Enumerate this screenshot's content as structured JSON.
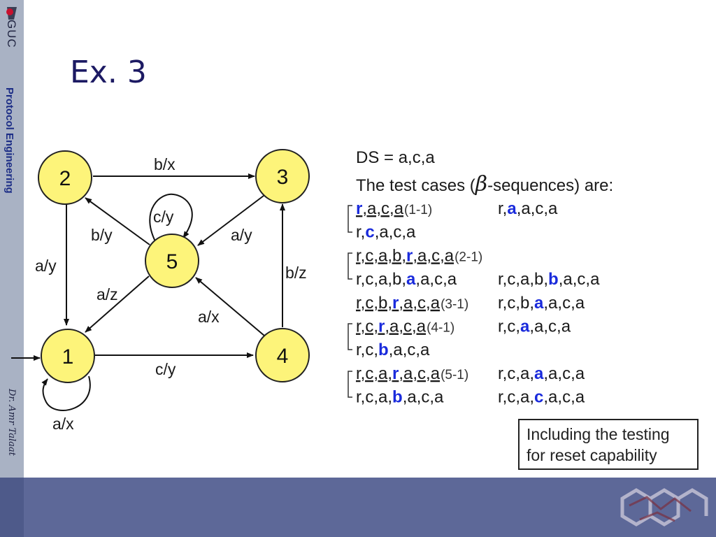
{
  "sidebar": {
    "logo_text": "GUC",
    "course": "Protocol Engineering",
    "author": "Dr. Amr Talaat"
  },
  "slide": {
    "title": "Ex. 3"
  },
  "fsm": {
    "states": [
      "1",
      "2",
      "3",
      "4",
      "5"
    ],
    "transitions": [
      {
        "from": "2",
        "to": "3",
        "label": "b/x"
      },
      {
        "from": "2",
        "to": "1",
        "label": "a/y"
      },
      {
        "from": "5",
        "to": "2",
        "label": "b/y"
      },
      {
        "from": "5",
        "to": "5",
        "label": "c/y"
      },
      {
        "from": "3",
        "to": "5",
        "label": "a/y"
      },
      {
        "from": "5",
        "to": "1",
        "label": "a/z"
      },
      {
        "from": "4",
        "to": "5",
        "label": "a/x"
      },
      {
        "from": "4",
        "to": "3",
        "label": "b/z"
      },
      {
        "from": "1",
        "to": "4",
        "label": "c/y"
      },
      {
        "from": "1",
        "to": "1",
        "label": "a/x"
      }
    ],
    "colors": {
      "state_fill": "#fdf47a",
      "state_stroke": "#222222",
      "highlight": "#1a2bdc"
    }
  },
  "sequences": {
    "ds_line": "DS = a,c,a",
    "intro_line_start": "The test cases (",
    "beta": "β",
    "intro_line_end": "-sequences) are:",
    "rows": [
      {
        "left": [
          "",
          "r",
          ",a,c,a"
        ],
        "tag": "(1-1)",
        "right": [
          "r,",
          "a",
          ",a,c,a"
        ]
      },
      {
        "left": [
          "r,",
          "c",
          ",a,c,a"
        ],
        "tag": "",
        "right": [
          "",
          "",
          ""
        ]
      },
      {
        "left": [
          "r,c,a,b,",
          "r",
          ",a,c,a "
        ],
        "tag": "(2-1)",
        "right": [
          "",
          "",
          ""
        ]
      },
      {
        "left": [
          "r,c,a,b,",
          "a",
          ",a,c,a"
        ],
        "tag": "",
        "right": [
          "r,c,a,b,",
          "b",
          ",a,c,a"
        ]
      },
      {
        "left": [
          "r,c,b,",
          "r",
          ",a,c,a"
        ],
        "tag": "(3-1)",
        "right": [
          "r,c,b,",
          "a",
          ",a,c,a"
        ]
      },
      {
        "left": [
          "r,c,",
          "r",
          ",a,c,a"
        ],
        "tag": "(4-1)",
        "right": [
          "r,c,",
          "a",
          ",a,c,a"
        ]
      },
      {
        "left": [
          "r,c,",
          "b",
          ",a,c,a"
        ],
        "tag": "",
        "right": [
          "",
          "",
          ""
        ]
      },
      {
        "left": [
          "r,c,a,",
          "r",
          ",a,c,a"
        ],
        "tag": "(5-1)",
        "right": [
          "r,c,a,",
          "a",
          ",a,c,a"
        ]
      },
      {
        "left": [
          "r,c,a,",
          "b",
          ",a,c,a"
        ],
        "tag": "",
        "right": [
          "r,c,a,",
          "c",
          ",a,c,a"
        ]
      }
    ]
  },
  "note": {
    "line1": "Including the testing",
    "line2": "for reset capability"
  }
}
